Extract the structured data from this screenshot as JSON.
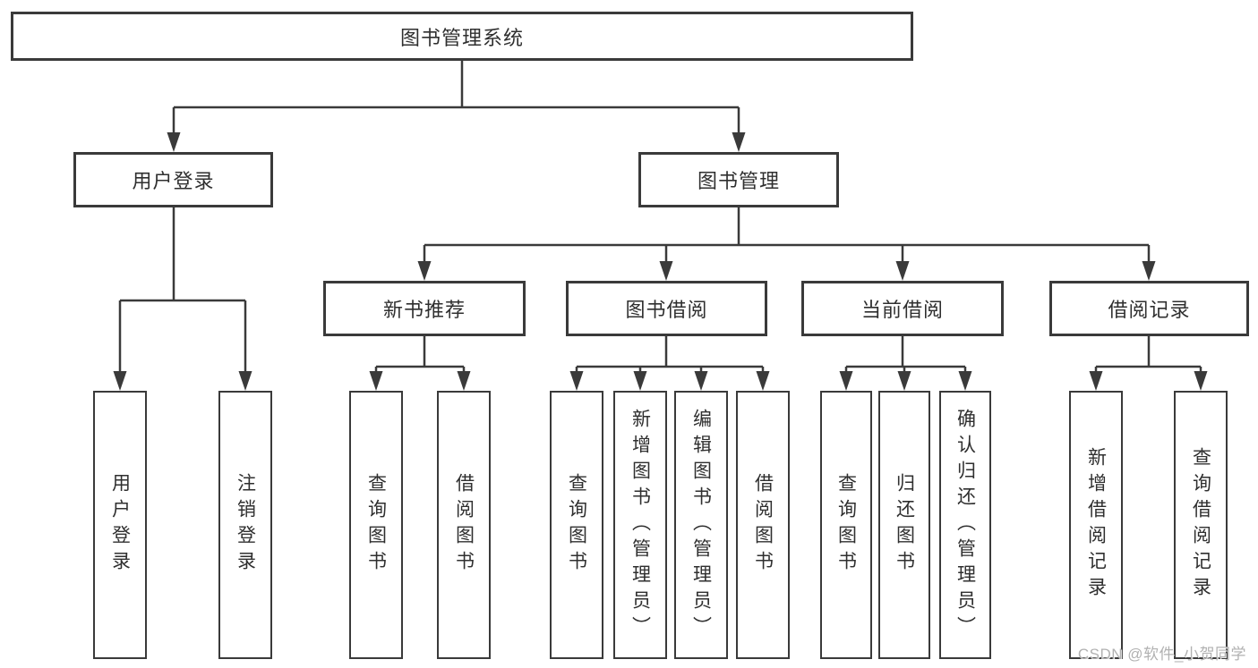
{
  "root": {
    "label": "图书管理系统"
  },
  "branches": [
    {
      "label": "用户登录",
      "children": [
        {
          "label": "用户登录"
        },
        {
          "label": "注销登录"
        }
      ]
    },
    {
      "label": "图书管理",
      "sections": [
        {
          "label": "新书推荐",
          "children": [
            {
              "label": "查询图书"
            },
            {
              "label": "借阅图书"
            }
          ]
        },
        {
          "label": "图书借阅",
          "children": [
            {
              "label": "查询图书"
            },
            {
              "label": "新增图书（管理员）"
            },
            {
              "label": "编辑图书（管理员）"
            },
            {
              "label": "借阅图书"
            }
          ]
        },
        {
          "label": "当前借阅",
          "children": [
            {
              "label": "查询图书"
            },
            {
              "label": "归还图书"
            },
            {
              "label": "确认归还（管理员）"
            }
          ]
        },
        {
          "label": "借阅记录",
          "children": [
            {
              "label": "新增借阅记录"
            },
            {
              "label": "查询借阅记录"
            }
          ]
        }
      ]
    }
  ],
  "watermark": "CSDN @软件_小贺同学",
  "colors": {
    "line": "#3a3a3a",
    "box_border": "#3a3a3a",
    "box_background": "#ffffff",
    "text": "#2f2f2f",
    "watermark": "#b1b1b1",
    "background": "#ffffff"
  }
}
